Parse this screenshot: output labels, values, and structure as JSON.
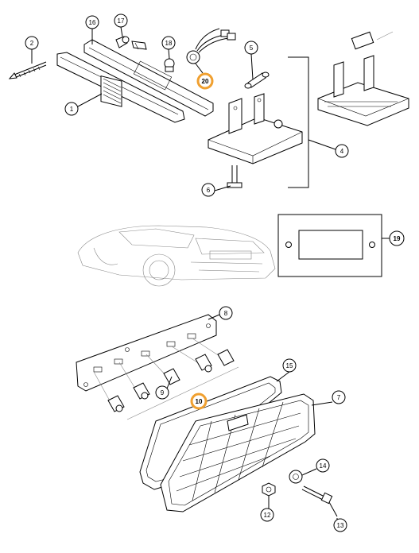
{
  "callouts": [
    {
      "id": "1",
      "highlight": false
    },
    {
      "id": "2",
      "highlight": false
    },
    {
      "id": "4",
      "highlight": false
    },
    {
      "id": "5",
      "highlight": false
    },
    {
      "id": "6",
      "highlight": false
    },
    {
      "id": "7",
      "highlight": false
    },
    {
      "id": "8",
      "highlight": false
    },
    {
      "id": "9",
      "highlight": false
    },
    {
      "id": "10",
      "highlight": true
    },
    {
      "id": "12",
      "highlight": false
    },
    {
      "id": "13",
      "highlight": false
    },
    {
      "id": "14",
      "highlight": false
    },
    {
      "id": "15",
      "highlight": false
    },
    {
      "id": "16",
      "highlight": false
    },
    {
      "id": "17",
      "highlight": false
    },
    {
      "id": "18",
      "highlight": false
    },
    {
      "id": "19",
      "highlight": false
    },
    {
      "id": "20",
      "highlight": true
    }
  ],
  "colors": {
    "highlight_ring": "#f0a030",
    "line": "#000000",
    "vehicle_outline": "#9a9a9a"
  }
}
